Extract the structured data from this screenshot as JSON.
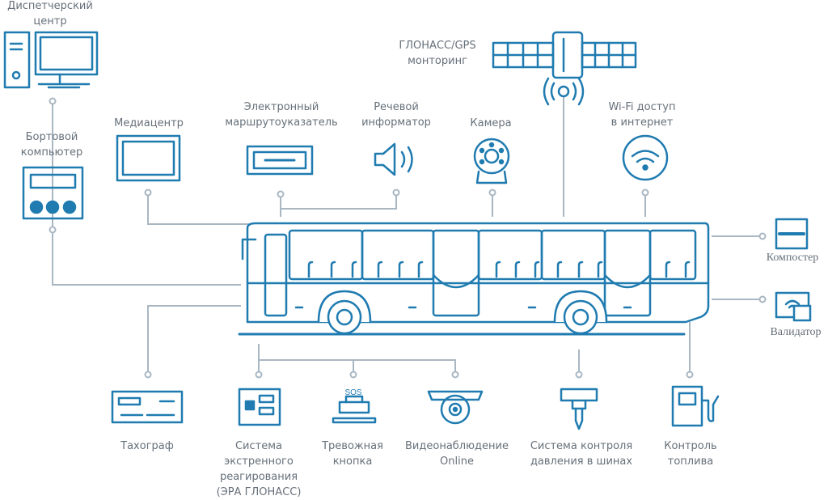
{
  "colors": {
    "accent": "#1f7bb0",
    "connector": "#a9b7c3",
    "text": "#66707a"
  },
  "labels": {
    "dispatch": [
      "Диспетчерский",
      "центр"
    ],
    "onboard_pc": [
      "Бортовой",
      "компьютер"
    ],
    "media": [
      "Медиацентр"
    ],
    "route_sign": [
      "Электронный",
      "маршрутоуказатель"
    ],
    "voice": [
      "Речевой",
      "информатор"
    ],
    "camera": [
      "Камера"
    ],
    "glonass": [
      "ГЛОНАСС/GPS",
      "монторинг"
    ],
    "wifi": [
      "Wi-Fi доступ",
      "в интернет"
    ],
    "composter": [
      "Компостер"
    ],
    "validator": [
      "Валидатор"
    ],
    "tachograph": [
      "Тахограф"
    ],
    "era": [
      "Система",
      "экстренного",
      "реагирования",
      "(ЭРА ГЛОНАСС)"
    ],
    "alarm": [
      "Тревожная",
      "кнопка"
    ],
    "cctv": [
      "Видеонаблюдение",
      "Online"
    ],
    "tire": [
      "Система контроля",
      "давления в шинах"
    ],
    "fuel": [
      "Контроль",
      "топлива"
    ]
  },
  "sos_text": "SOS",
  "icons": [
    "dispatch-computer-icon",
    "onboard-computer-icon",
    "media-screen-icon",
    "route-sign-icon",
    "speaker-icon",
    "camera-icon",
    "satellite-icon",
    "wifi-icon",
    "composter-icon",
    "validator-icon",
    "tachograph-icon",
    "era-panel-icon",
    "alarm-button-icon",
    "dome-camera-icon",
    "tire-sensor-icon",
    "fuel-pump-icon",
    "bus-icon"
  ]
}
